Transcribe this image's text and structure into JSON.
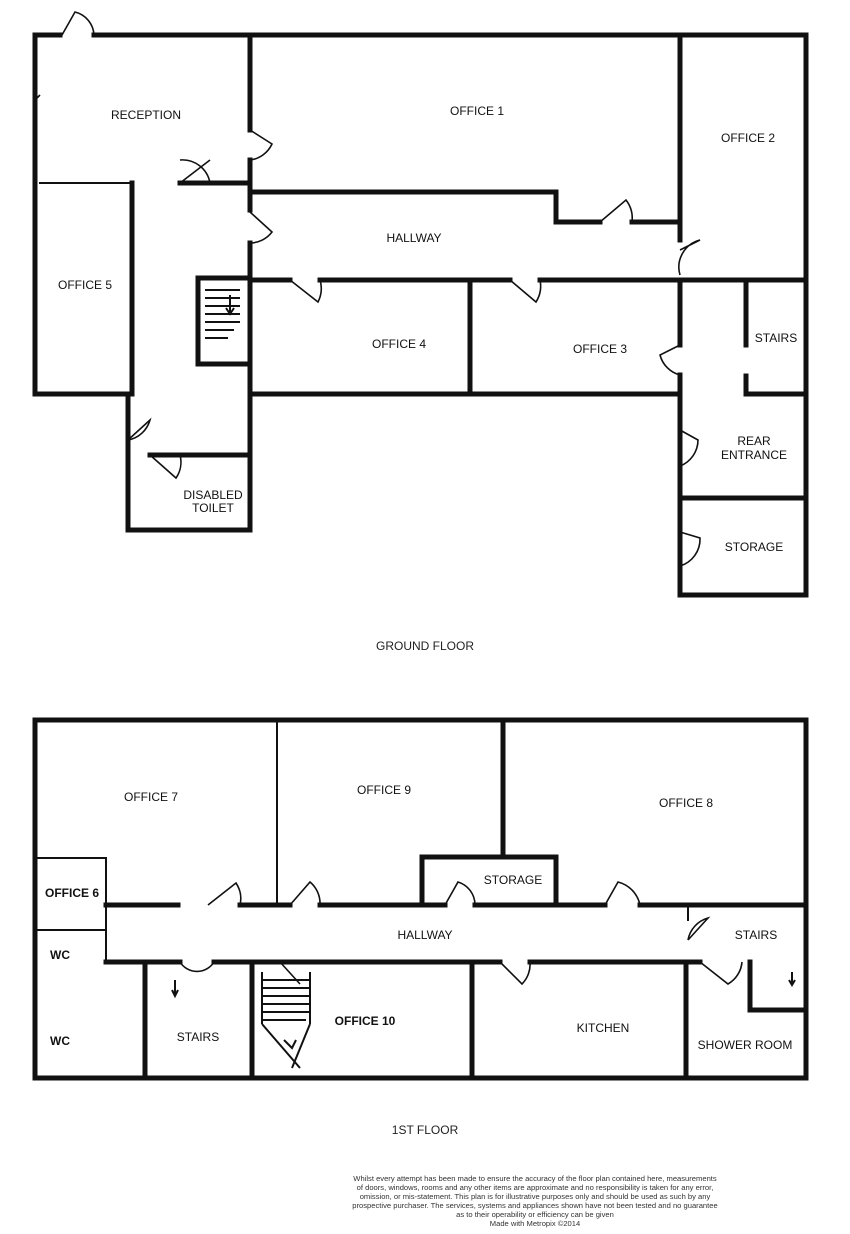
{
  "ground_floor": {
    "title": "GROUND FLOOR",
    "rooms": {
      "reception": "RECEPTION",
      "office1": "OFFICE 1",
      "office2": "OFFICE 2",
      "office5": "OFFICE 5",
      "hallway": "HALLWAY",
      "office4": "OFFICE 4",
      "office3": "OFFICE 3",
      "stairs": "STAIRS",
      "rear_entrance_1": "REAR",
      "rear_entrance_2": "ENTRANCE",
      "disabled_toilet_1": "DISABLED",
      "disabled_toilet_2": "TOILET",
      "storage": "STORAGE"
    }
  },
  "first_floor": {
    "title": "1ST FLOOR",
    "rooms": {
      "office7": "OFFICE 7",
      "office9": "OFFICE 9",
      "office8": "OFFICE 8",
      "office6": "OFFICE 6",
      "storage": "STORAGE",
      "hallway": "HALLWAY",
      "stairs_right": "STAIRS",
      "wc1": "WC",
      "wc2": "WC",
      "stairs_left": "STAIRS",
      "office10": "OFFICE 10",
      "kitchen": "KITCHEN",
      "shower_room": "SHOWER ROOM"
    }
  },
  "disclaimer": {
    "line1": "Whilst every attempt has been made to ensure the accuracy of the floor plan contained here, measurements",
    "line2": "of doors, windows, rooms and any other items are approximate and no responsibility is taken for any error,",
    "line3": "omission, or mis-statement. This plan is for illustrative purposes only and should be used as such by any",
    "line4": "prospective purchaser. The services, systems and appliances shown have not been tested and no guarantee",
    "line5": "as to their operability or efficiency can be given",
    "line6": "Made with Metropix ©2014"
  }
}
